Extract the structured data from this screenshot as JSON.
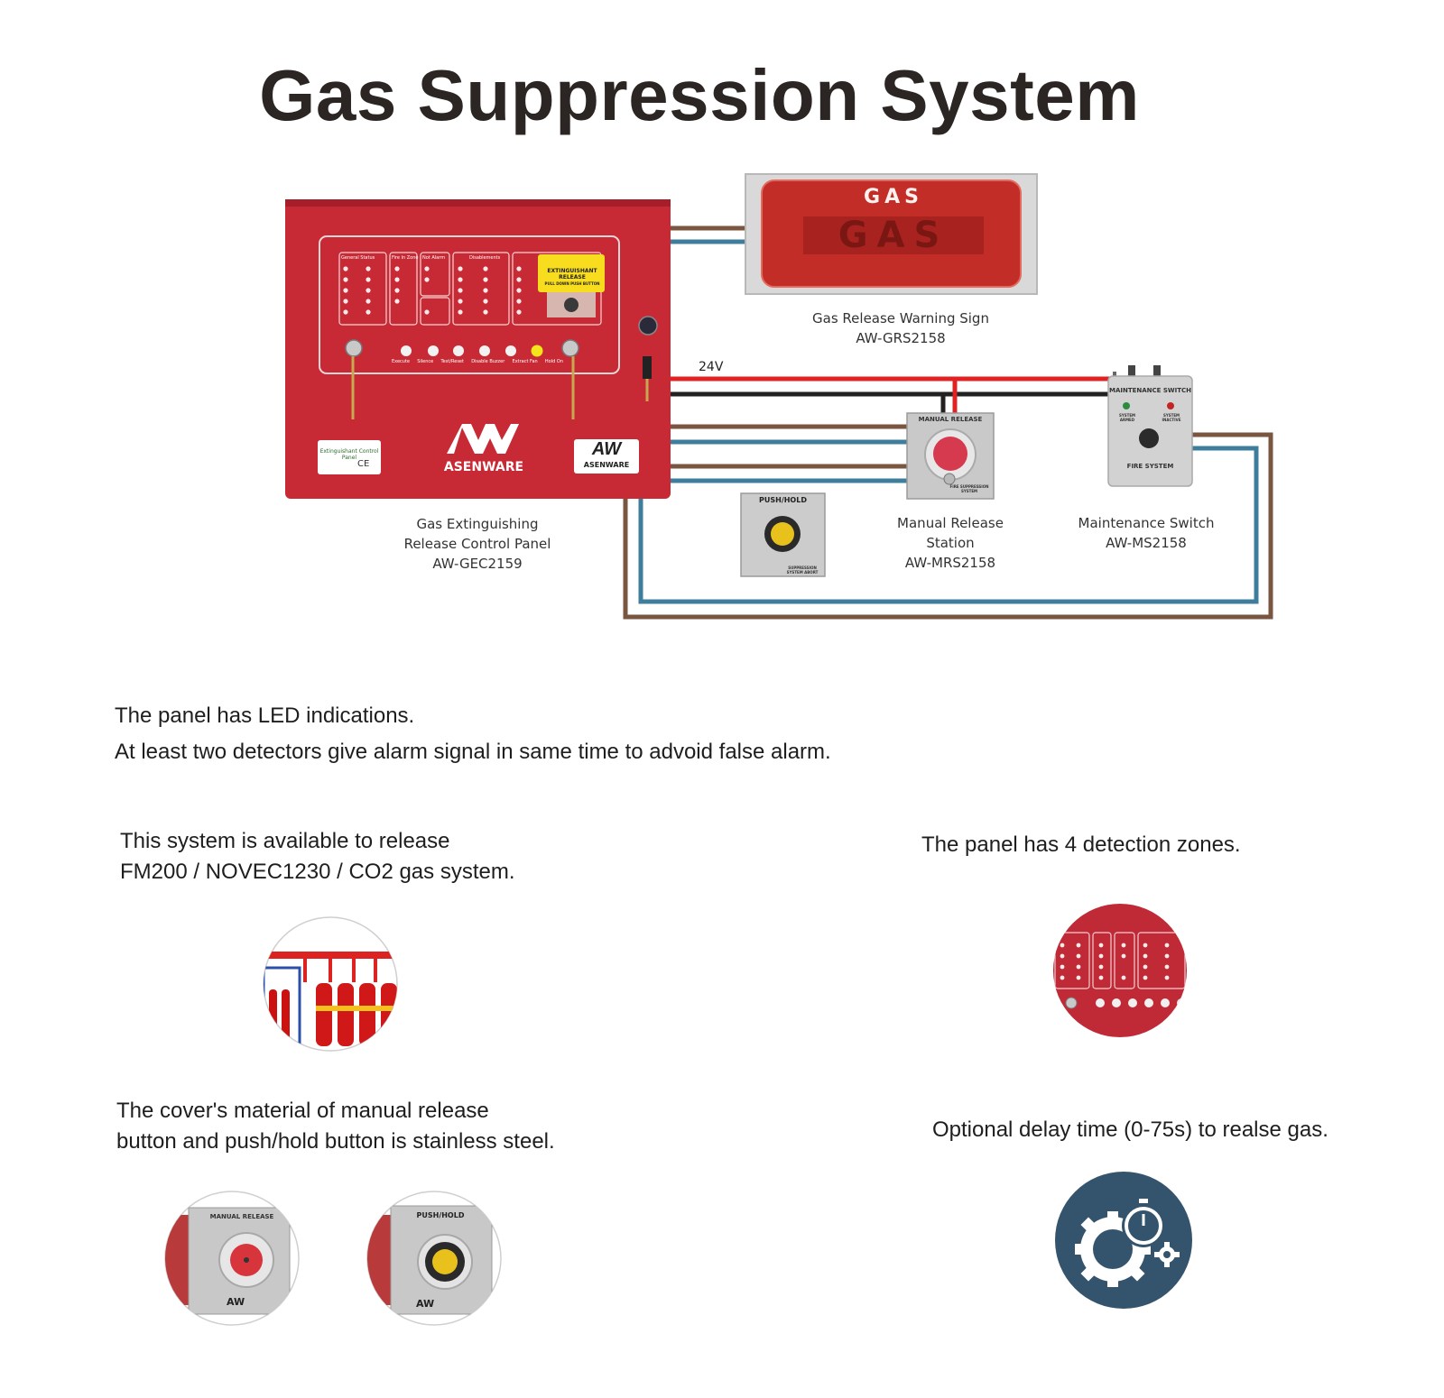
{
  "title": "Gas Suppression System",
  "diagram": {
    "voltage_label": "24V",
    "panel": {
      "caption": [
        "Gas Extinguishing",
        "Release Control Panel",
        "AW-GEC2159"
      ],
      "brand": "ASENWARE",
      "logo": "AW",
      "badge_title": "Extinguishant Control Panel",
      "badge_mark": "CE",
      "release_label": [
        "EXTINGUISHANT",
        "RELEASE",
        "PULL DOWN PUSH BUTTON"
      ],
      "sections": [
        "General Status",
        "Fire In Zone",
        "Not Alarm",
        "Disablements"
      ],
      "buttons": [
        "Execute",
        "Silence",
        "Test/Reset",
        "Disable Buzzer",
        "Extract Fan",
        "Hold On"
      ]
    },
    "warning_sign": {
      "caption": [
        "Gas Release Warning Sign",
        "AW-GRS2158"
      ],
      "top_text": "GAS",
      "main_text": "GAS"
    },
    "manual_release": {
      "caption": [
        "Manual Release",
        "Station",
        "AW-MRS2158"
      ],
      "plate_label": "MANUAL RELEASE",
      "small_label": "FIRE SUPPRESSION SYSTEM"
    },
    "maintenance_switch": {
      "caption": [
        "Maintenance Switch",
        "AW-MS2158"
      ],
      "plate_label": "MAINTENANCE SWITCH",
      "left_label": "SYSTEM ARMED",
      "right_label": "SYSTEM INACTIVE",
      "bottom_label": "FIRE SYSTEM"
    },
    "push_hold": {
      "plate_label": "PUSH/HOLD",
      "small_label": "SUPPRESSION SYSTEM ABORT"
    },
    "colors": {
      "red_wire": "#e02222",
      "black_wire": "#222222",
      "brown_wire": "#7a5641",
      "blue_wire": "#3f7d9c",
      "panel_red": "#c82a35"
    }
  },
  "features": {
    "intro_lines": [
      "The panel has LED indications.",
      "At least two detectors give alarm signal in same time to advoid false alarm."
    ],
    "gas_lines": [
      "This system is available to release",
      "FM200 / NOVEC1230 / CO2 gas system."
    ],
    "zones_line": "The panel has 4 detection zones.",
    "cover_lines": [
      "The cover's material of manual release",
      "button and push/hold button is stainless steel."
    ],
    "delay_line": "Optional delay time (0-75s) to realse gas.",
    "thumb_manual_label": "MANUAL RELEASE",
    "thumb_push_label": "PUSH/HOLD",
    "icons": [
      "gas-cylinders-icon",
      "panel-closeup-icon",
      "manual-release-thumb-icon",
      "push-hold-thumb-icon",
      "gear-stopwatch-icon"
    ]
  }
}
